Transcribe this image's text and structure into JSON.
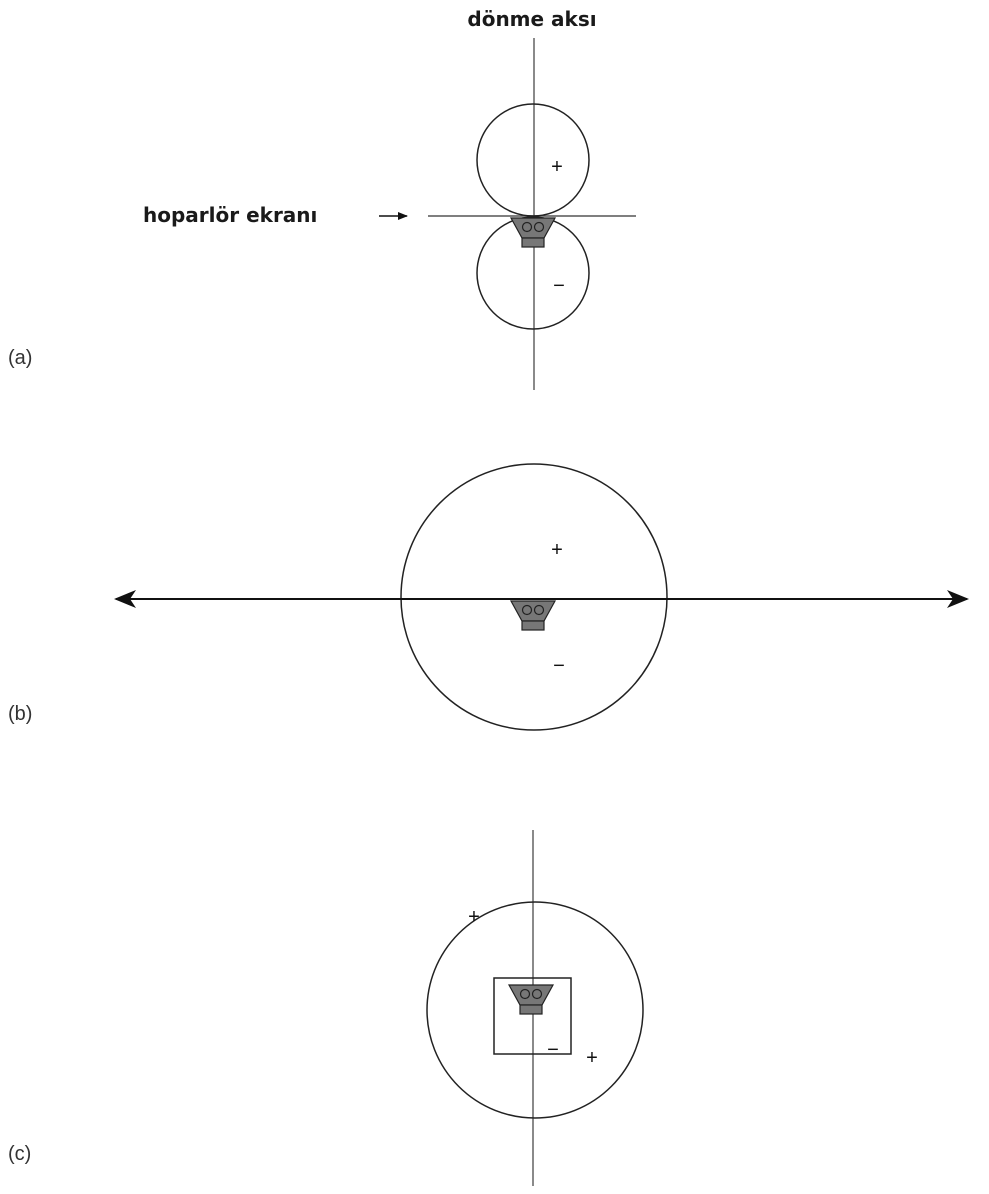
{
  "labels": {
    "rotation_axis": "dönme aksı",
    "speaker_baffle": "hoparlör ekranı"
  },
  "panels": {
    "a": {
      "label": "(a)",
      "plus": "+",
      "minus": "−"
    },
    "b": {
      "label": "(b)",
      "plus": "+",
      "minus": "−"
    },
    "c": {
      "label": "(c)",
      "plus_left": "+",
      "plus_right": "+",
      "minus": "−"
    }
  },
  "colors": {
    "axis": "#8a8a8a",
    "outline": "#222222",
    "speaker_fill": "#777777"
  }
}
